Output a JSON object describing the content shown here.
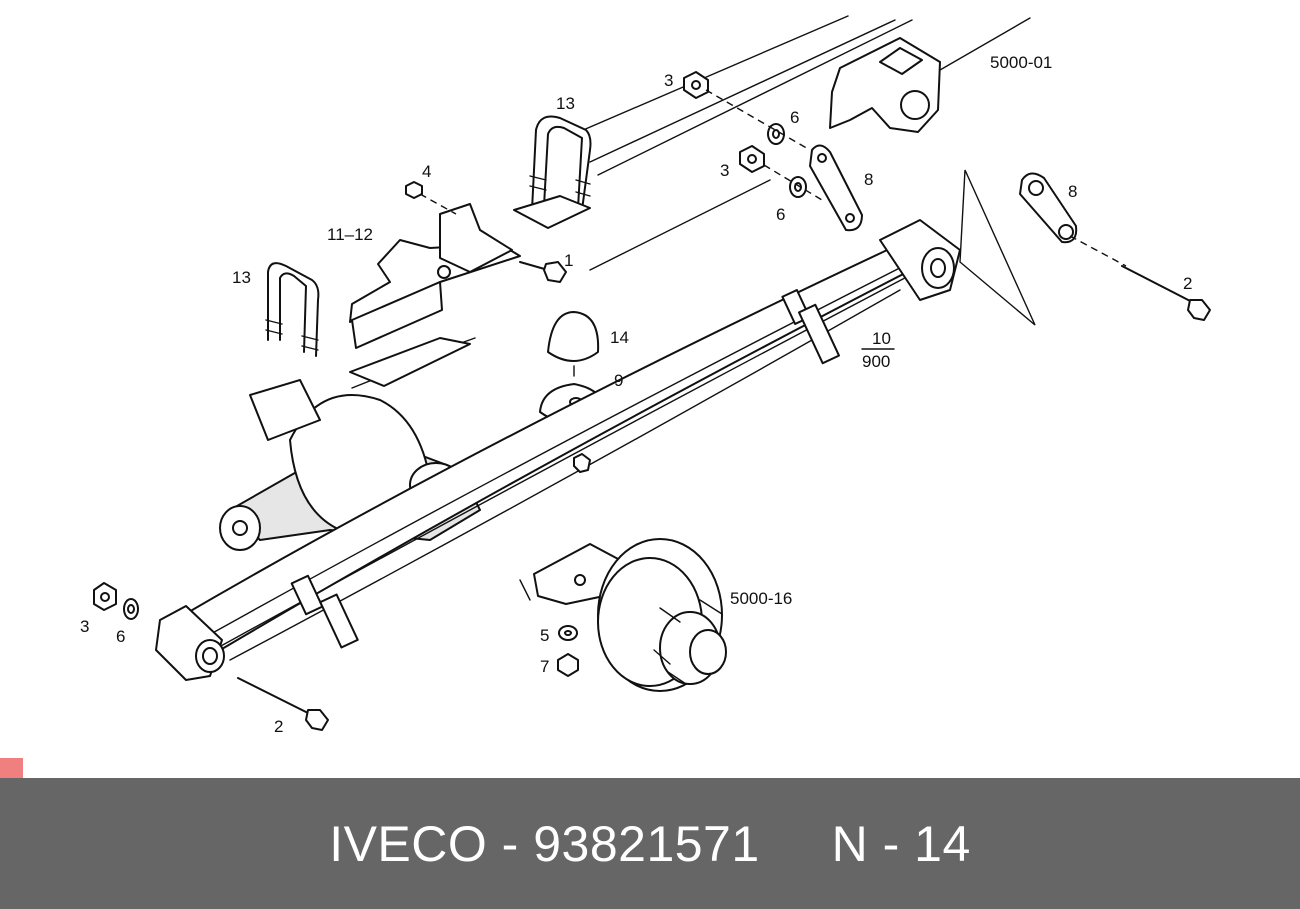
{
  "diagram": {
    "part_labels": {
      "label_5000_01": "5000-01",
      "label_3a": "3",
      "label_3b": "3",
      "label_3c": "3",
      "label_6a": "6",
      "label_6b": "6",
      "label_6c": "6",
      "label_8a": "8",
      "label_8b": "8",
      "label_13a": "13",
      "label_13b": "13",
      "label_4": "4",
      "label_11_12": "11–12",
      "label_1": "1",
      "label_14": "14",
      "label_9": "9",
      "label_10": "10",
      "label_900": "900",
      "label_2a": "2",
      "label_2b": "2",
      "label_5000_16": "5000-16",
      "label_5": "5",
      "label_7": "7"
    }
  },
  "footer": {
    "caption": "IVECO - 93821571     N - 14",
    "background": "#666666",
    "text_color": "#ffffff"
  },
  "marker": {
    "color": "#f08080"
  }
}
